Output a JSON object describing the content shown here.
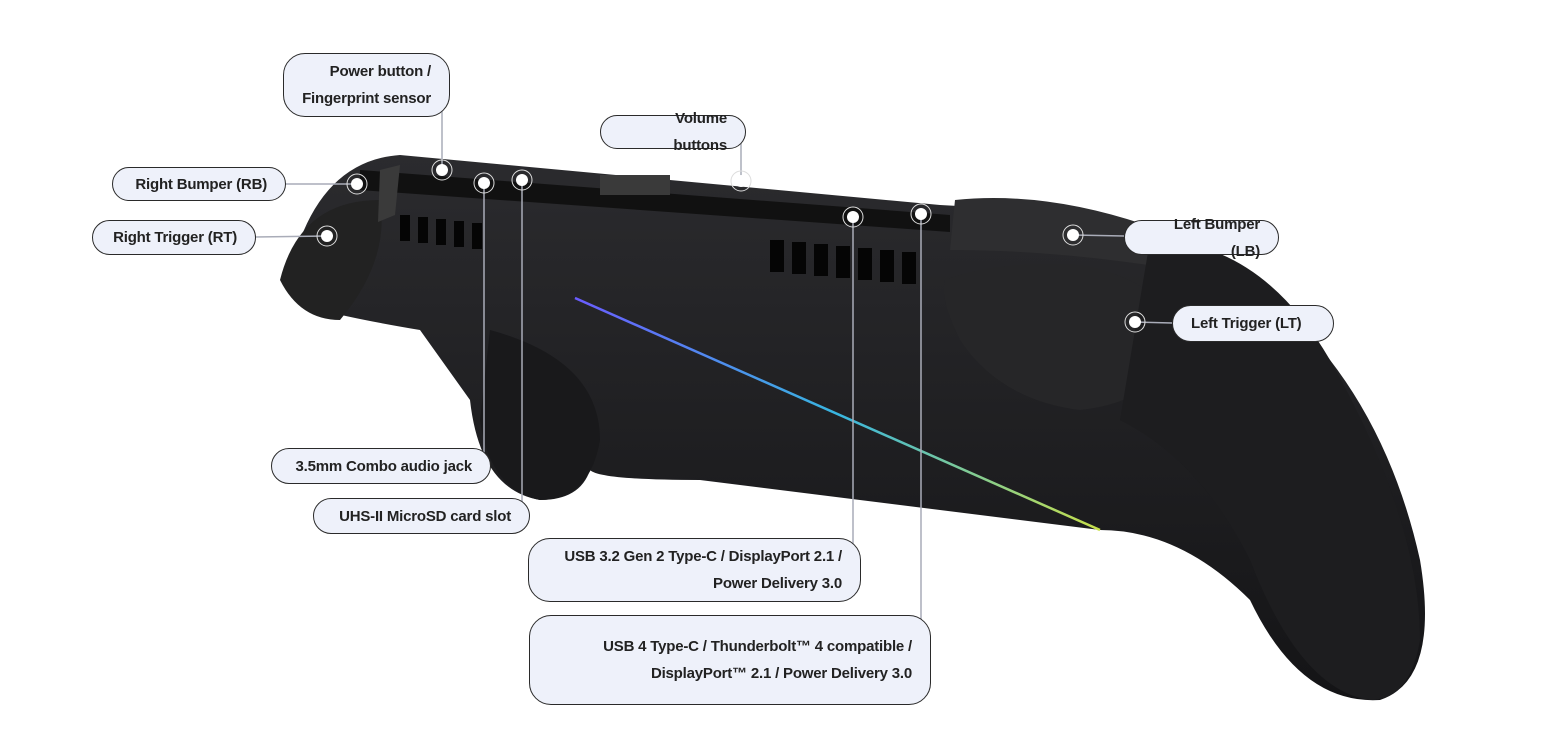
{
  "callouts": {
    "power": "Power button / Fingerprint sensor",
    "volume": "Volume buttons",
    "right_bumper": "Right Bumper (RB)",
    "right_trigger": "Right Trigger (RT)",
    "left_bumper": "Left Bumper (LB)",
    "left_trigger": "Left Trigger (LT)",
    "audio_jack": "3.5mm Combo audio jack",
    "microsd": "UHS-II MicroSD card slot",
    "usb32": "USB 3.2 Gen 2 Type-C / DisplayPort 2.1 / Power Delivery 3.0",
    "usb4": "USB 4 Type-C / Thunderbolt™ 4 compatible / DisplayPort™ 2.1 / Power Delivery 3.0"
  },
  "colors": {
    "callout_bg": "#eef1fa",
    "device": "#1c1c1e",
    "line": "#a9acb8"
  }
}
